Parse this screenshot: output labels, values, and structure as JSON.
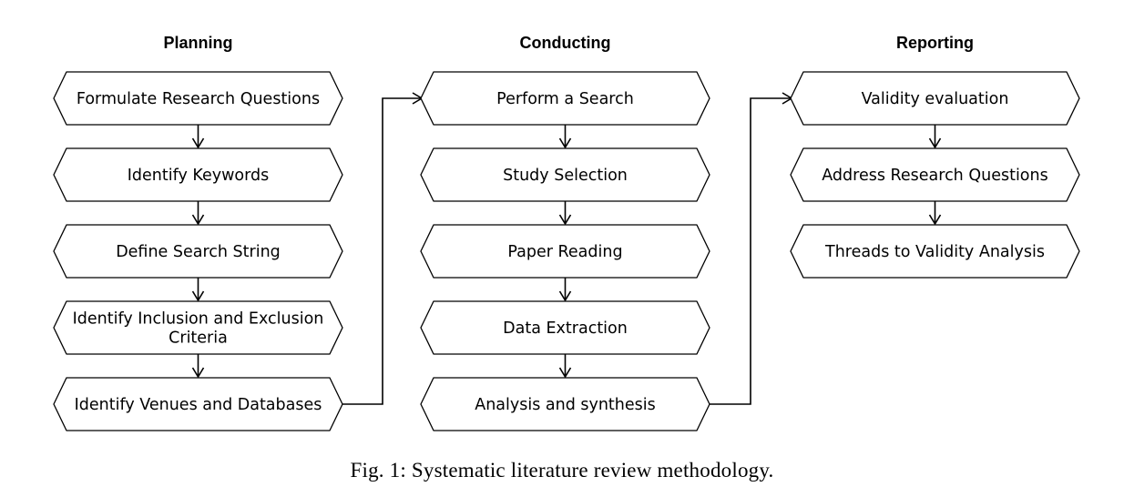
{
  "columns": [
    {
      "title": "Planning",
      "steps": [
        [
          "Formulate Research Questions"
        ],
        [
          "Identify Keywords"
        ],
        [
          "Define Search String"
        ],
        [
          "Identify Inclusion and Exclusion",
          "Criteria"
        ],
        [
          "Identify Venues and Databases"
        ]
      ]
    },
    {
      "title": "Conducting",
      "steps": [
        [
          "Perform a Search"
        ],
        [
          "Study Selection"
        ],
        [
          "Paper Reading"
        ],
        [
          "Data Extraction"
        ],
        [
          "Analysis and synthesis"
        ]
      ]
    },
    {
      "title": "Reporting",
      "steps": [
        [
          "Validity evaluation"
        ],
        [
          "Address Research Questions"
        ],
        [
          "Threads to Validity Analysis"
        ]
      ]
    }
  ],
  "caption": "Fig. 1: Systematic literature review methodology."
}
